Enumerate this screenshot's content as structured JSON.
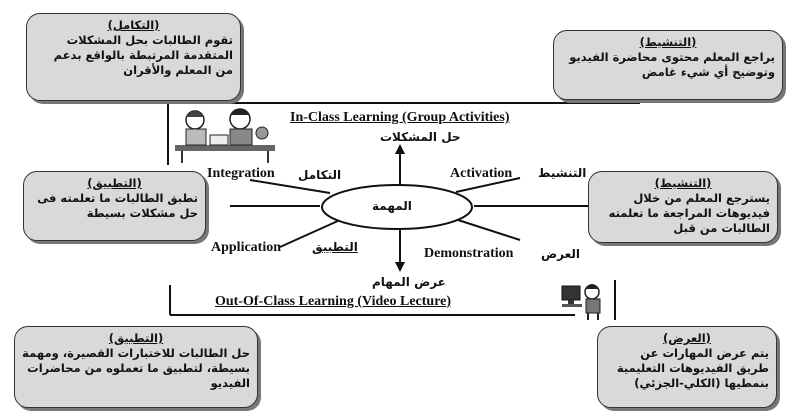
{
  "boxes": {
    "integration_box": {
      "heading": "(التكامل)",
      "body": "تقوم الطالبات بحل المشكلات المتقدمة المرتبطة بالواقع بدعم من المعلم والأقران"
    },
    "activation_top_box": {
      "heading": "(التنشيط)",
      "body": "يراجع المعلم محتوى محاضرة الفيديو وتوضيح أي شيء غامض"
    },
    "application_left_box": {
      "heading": "(التطبيق)",
      "body": "تطبق الطالبات ما تعلمته فى حل مشكلات بسيطة"
    },
    "activation_right_box": {
      "heading": "(التنشيط)",
      "body": "يسترجع المعلم من خلال فيديوهات المراجعة ما تعلمته الطالبات من قبل"
    },
    "application_bottom_box": {
      "heading": "(التطبيق)",
      "body": "حل الطالبات للاختبارات القصيرة، ومهمة بسيطة، لتطبيق ما تعملوه من محاضرات الفيديو"
    },
    "demonstration_box": {
      "heading": "(العرض)",
      "body": "يتم عرض المهارات عن طريق الفيديوهات التعليمية بنمطيها (الكلي-الجزئي)"
    }
  },
  "labels": {
    "in_class": "In-Class Learning (Group Activities)",
    "out_class": "Out-Of-Class Learning (Video Lecture)",
    "problem_solving": "حل المشكلات",
    "task_center": "المهمة",
    "task_show": "عرض المهام",
    "integration_en": "Integration",
    "integration_ar": "التكامل",
    "activation_en": "Activation",
    "activation_ar": "التنشيط",
    "application_en": "Application",
    "application_ar": "التطبيق",
    "demonstration_en": "Demonstration",
    "demonstration_ar": "العرض"
  },
  "colors": {
    "box_fill": "#d9d9d9",
    "line": "#111111"
  },
  "icons": [
    "students-working-icon",
    "student-at-computer-icon"
  ]
}
